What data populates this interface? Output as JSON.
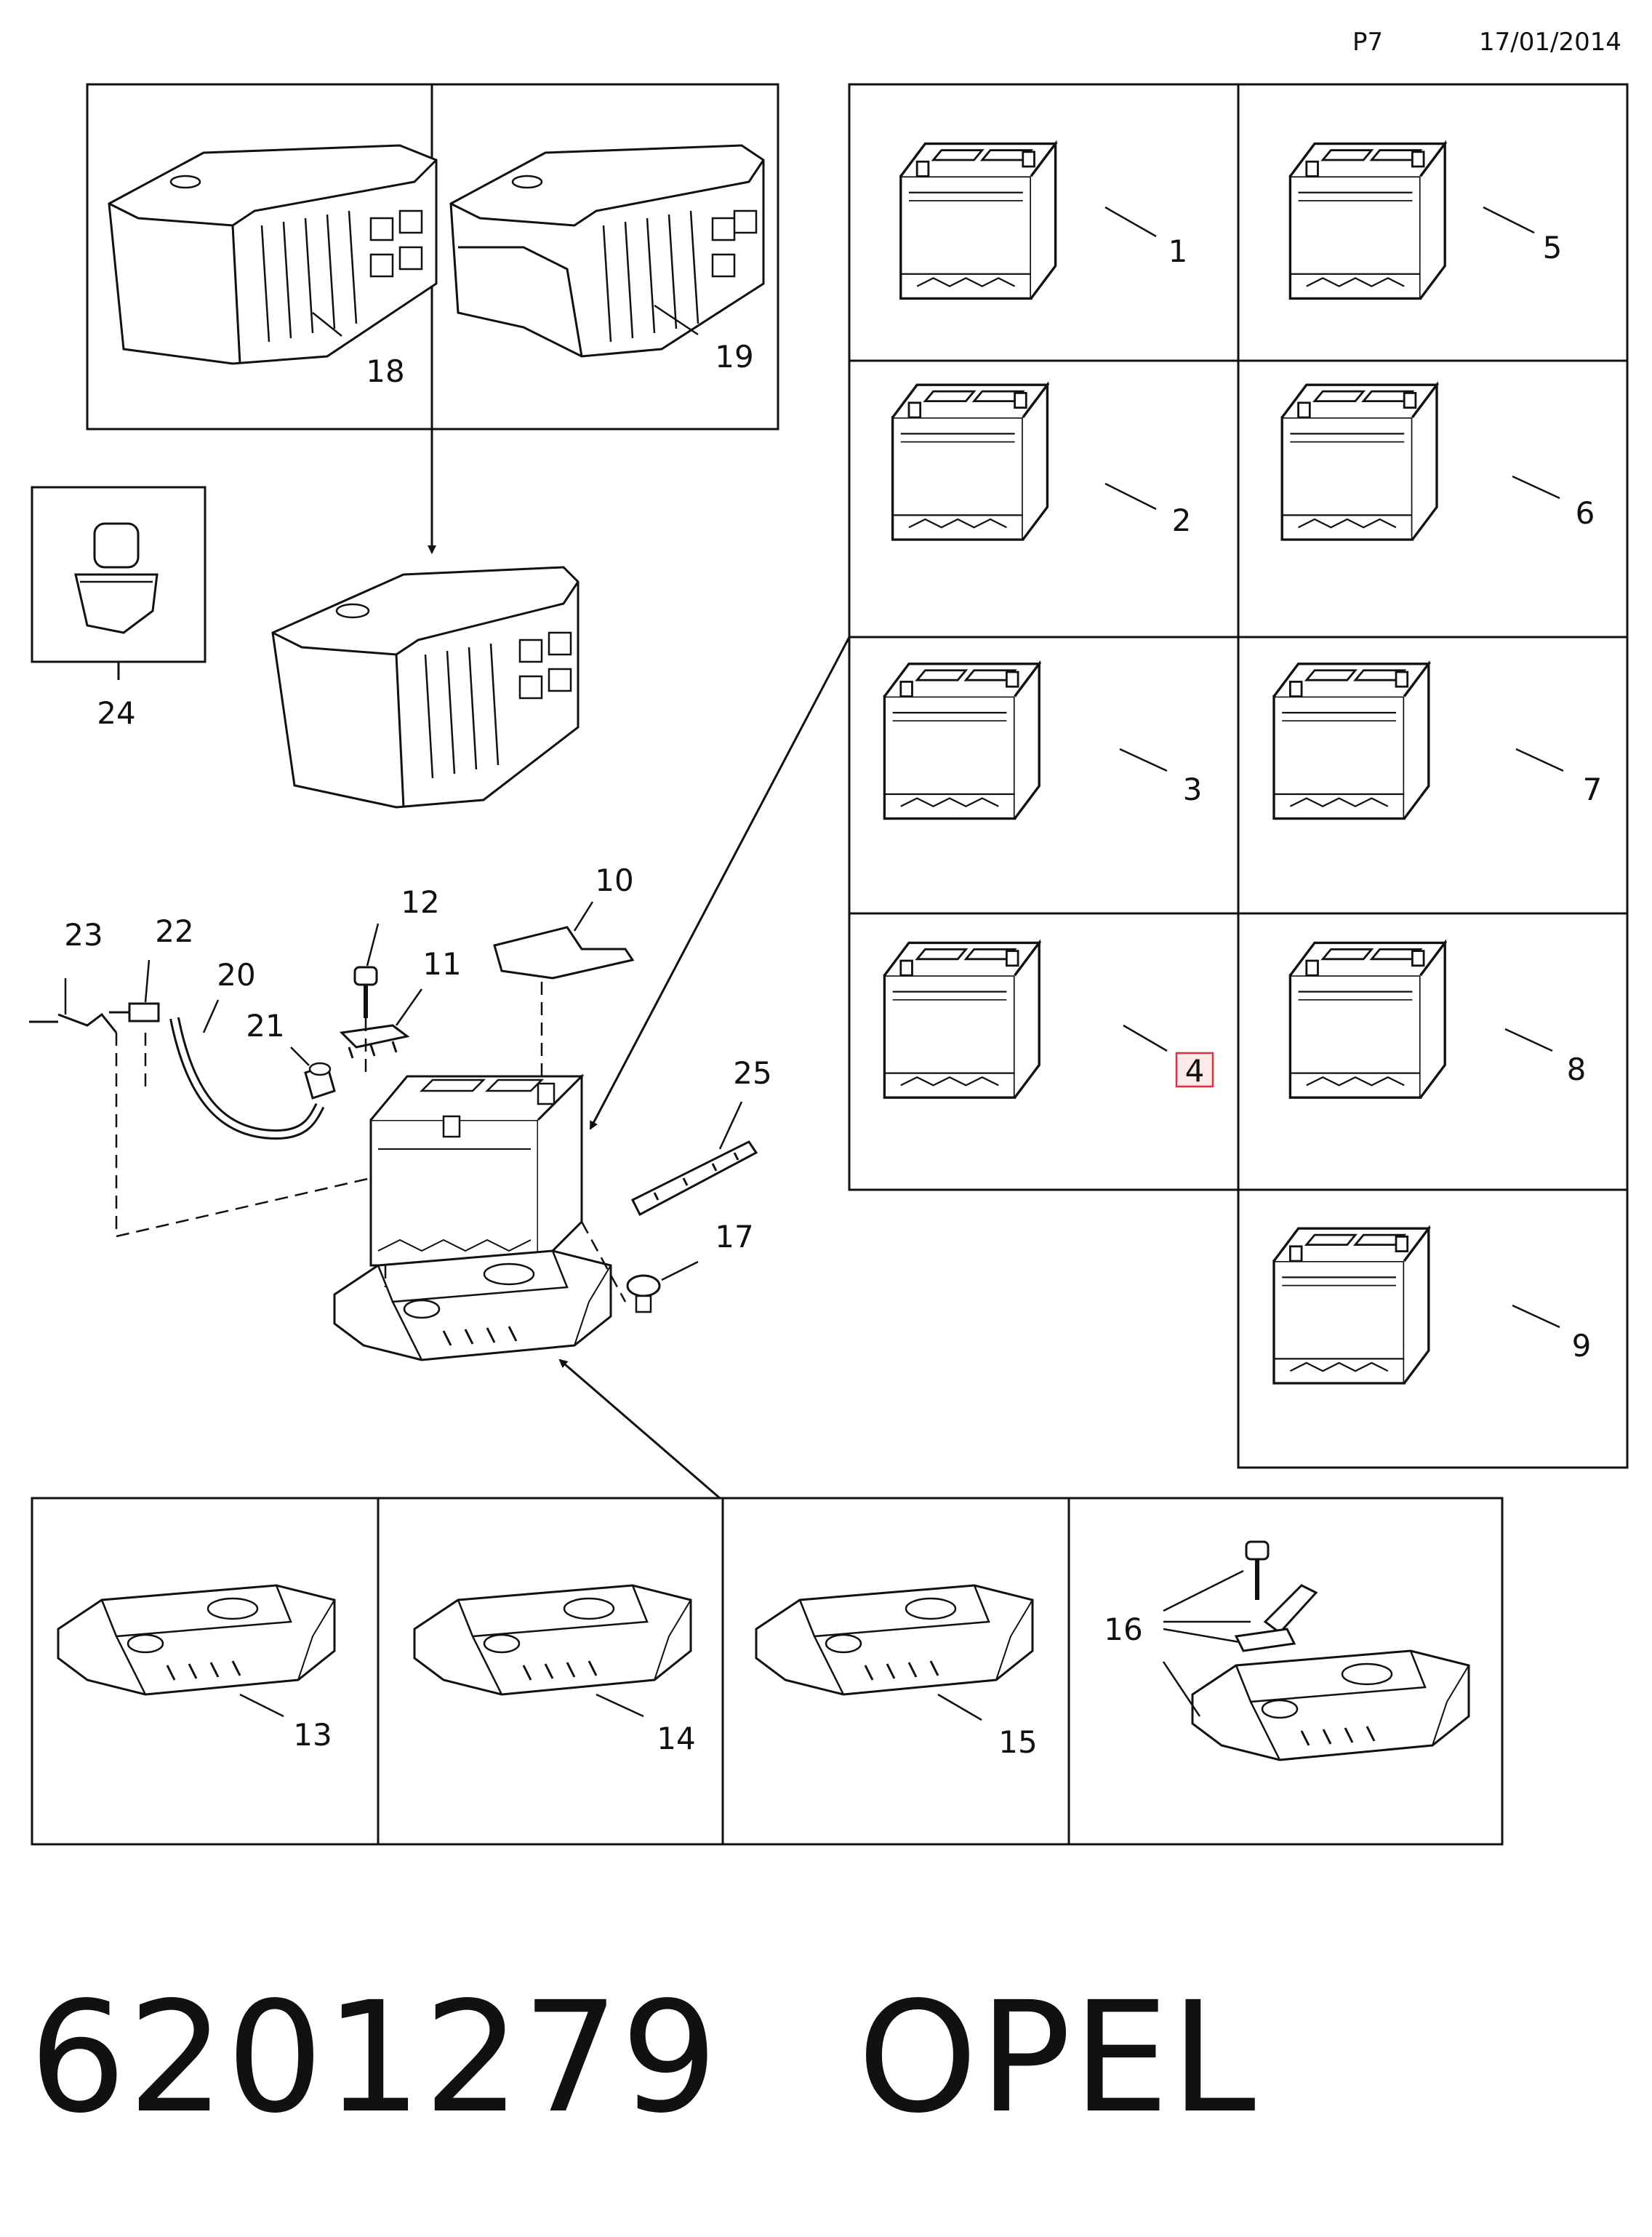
{
  "header": {
    "page_code": "P7",
    "date": "17/01/2014"
  },
  "footer": {
    "part_number": "6201279",
    "brand": "OPEL"
  },
  "callouts": {
    "c1": "1",
    "c2": "2",
    "c3": "3",
    "c4": "4",
    "c5": "5",
    "c6": "6",
    "c7": "7",
    "c8": "8",
    "c9": "9",
    "c10": "10",
    "c11": "11",
    "c12": "12",
    "c13": "13",
    "c14": "14",
    "c15": "15",
    "c16": "16",
    "c17": "17",
    "c18": "18",
    "c19": "19",
    "c20": "20",
    "c21": "21",
    "c22": "22",
    "c23": "23",
    "c24": "24",
    "c25": "25"
  },
  "highlighted_callout": "4",
  "colors": {
    "line": "#111111",
    "highlight_border": "#e0303a",
    "highlight_fill": "#fde8ea"
  }
}
